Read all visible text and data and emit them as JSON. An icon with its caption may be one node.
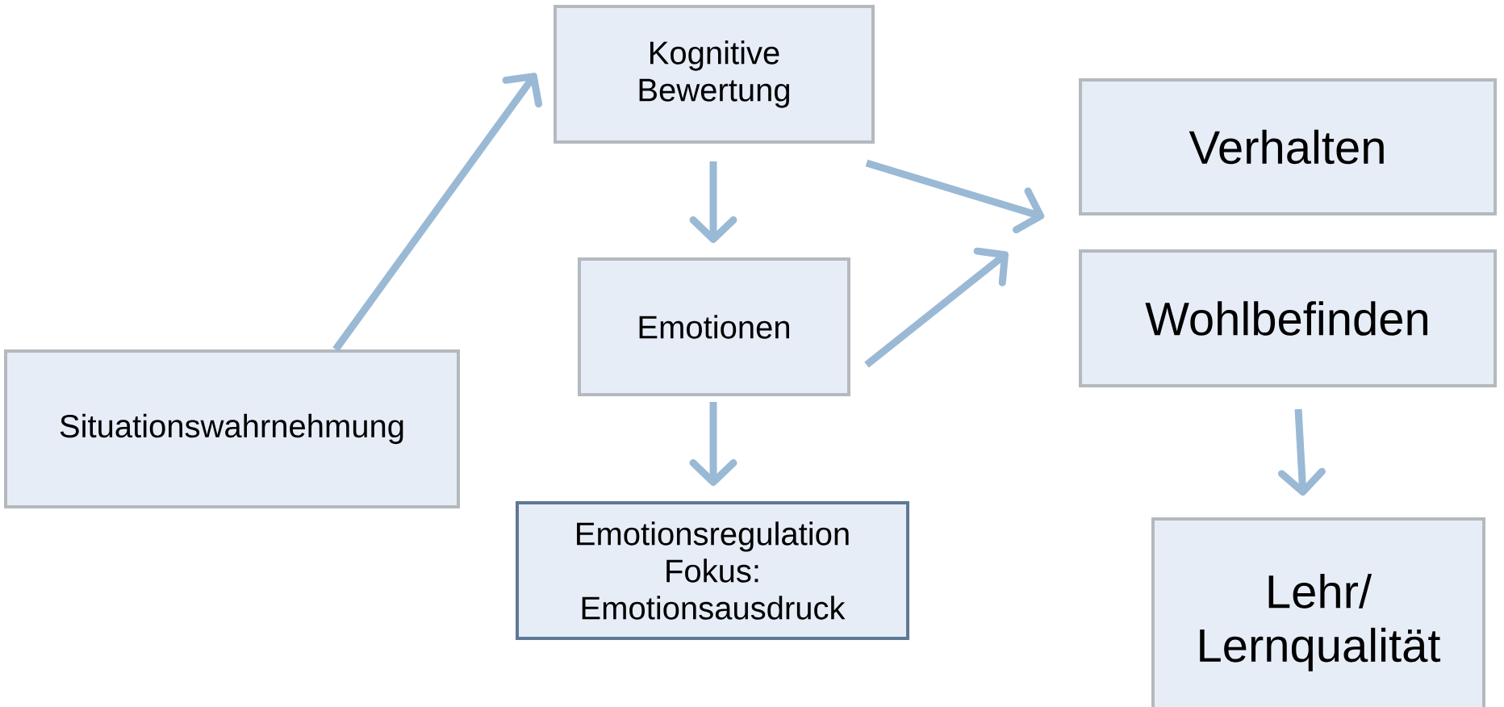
{
  "diagram": {
    "nodes": [
      {
        "text": [
          "Situationswahrnehmung"
        ]
      },
      {
        "text": [
          "Kognitive Bewertung"
        ]
      },
      {
        "text": [
          "Emotionen"
        ]
      },
      {
        "text": [
          "Emotionsregulation Fokus: Emotionsausdruck"
        ]
      },
      {
        "text": [
          "Verhalten"
        ]
      },
      {
        "text": [
          "Wohlbefinden"
        ]
      },
      {
        "text": [
          "Lehr/ Lernqualität"
        ]
      }
    ],
    "edges": [
      {
        "from": 0,
        "to": 1,
        "arrow": "to"
      },
      {
        "from": 1,
        "to": 2,
        "arrow": "to"
      },
      {
        "from": 2,
        "to": 3,
        "arrow": "to"
      },
      {
        "from": 1,
        "to": 4,
        "arrow": "to"
      },
      {
        "from": 2,
        "to": 5,
        "arrow": "to"
      },
      {
        "from": 5,
        "to": 6,
        "arrow": "to"
      }
    ]
  }
}
